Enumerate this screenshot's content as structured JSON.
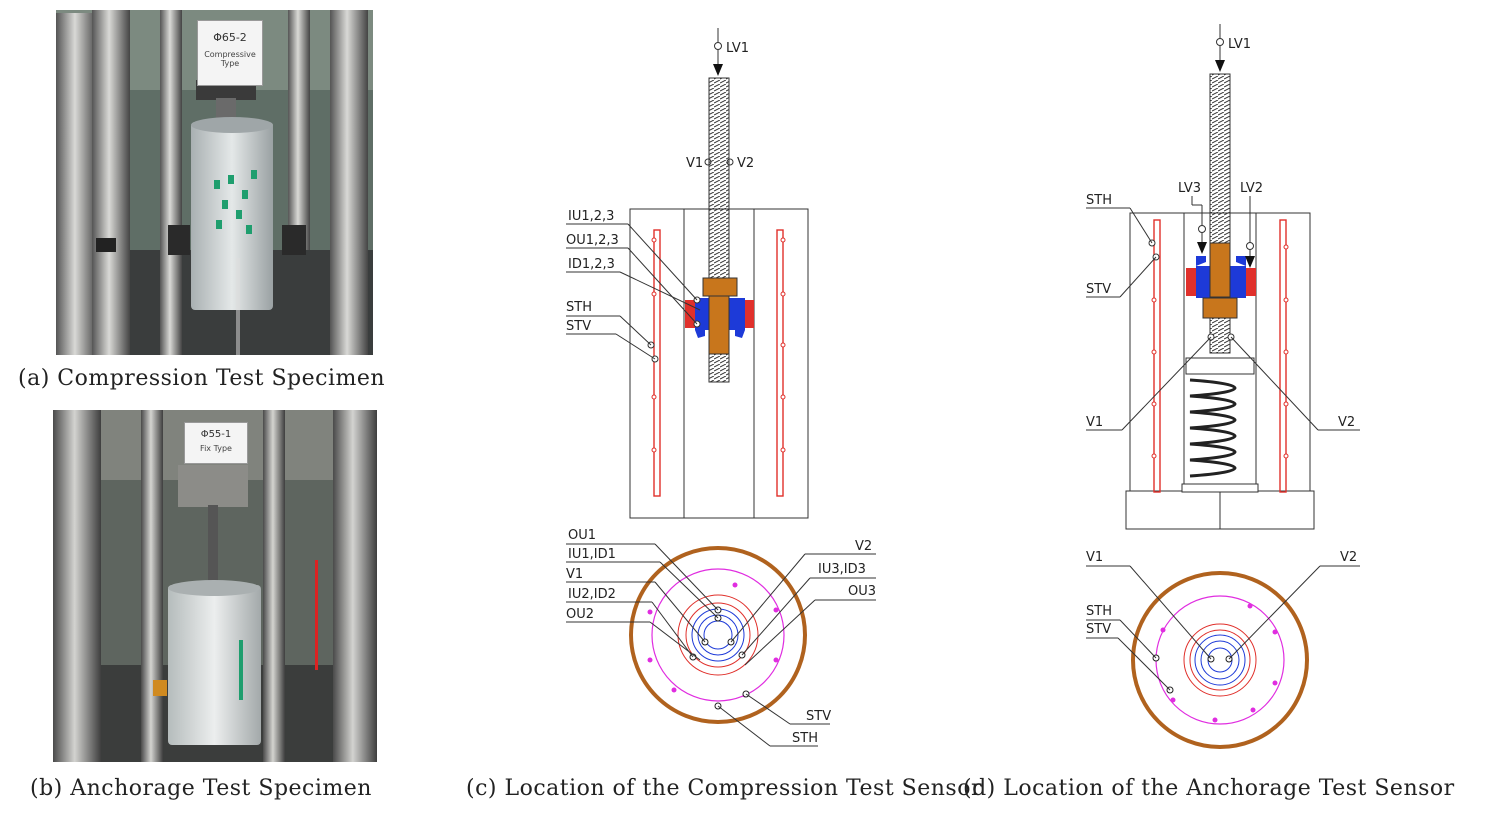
{
  "photos": {
    "a": {
      "sign_title": "Φ65-2",
      "sign_sub1": "Compressive",
      "sign_sub2": "Type",
      "caption": "(a) Compression Test Specimen"
    },
    "b": {
      "sign_title": "Φ55-1",
      "sign_sub1": "Fix Type",
      "caption": "(b) Anchorage Test Specimen"
    }
  },
  "diagram_c": {
    "caption": "(c) Location of the Compression Test Sensor",
    "labels": {
      "lv1": "LV1",
      "v1": "V1",
      "v2": "V2",
      "iu": "IU1,2,3",
      "ou": "OU1,2,3",
      "id": "ID1,2,3",
      "sth": "STH",
      "stv": "STV",
      "p_ou1": "OU1",
      "p_iu1id1": "IU1,ID1",
      "p_v1": "V1",
      "p_iu2id2": "IU2,ID2",
      "p_ou2": "OU2",
      "p_v2": "V2",
      "p_iu3id3": "IU3,ID3",
      "p_ou3": "OU3",
      "p_stv": "STV",
      "p_sth": "STH"
    }
  },
  "diagram_d": {
    "caption": "(d) Location of the Anchorage Test Sensor",
    "labels": {
      "lv1": "LV1",
      "lv3": "LV3",
      "lv2": "LV2",
      "sth": "STH",
      "stv": "STV",
      "v1": "V1",
      "v2": "V2",
      "p_v1": "V1",
      "p_v2": "V2",
      "p_sth": "STH",
      "p_stv": "STV"
    }
  },
  "colors": {
    "ring": "#b0621e",
    "magenta": "#e02de0",
    "red": "#e0302b",
    "blue": "#1d3ad8",
    "nut": "#c8761c"
  }
}
